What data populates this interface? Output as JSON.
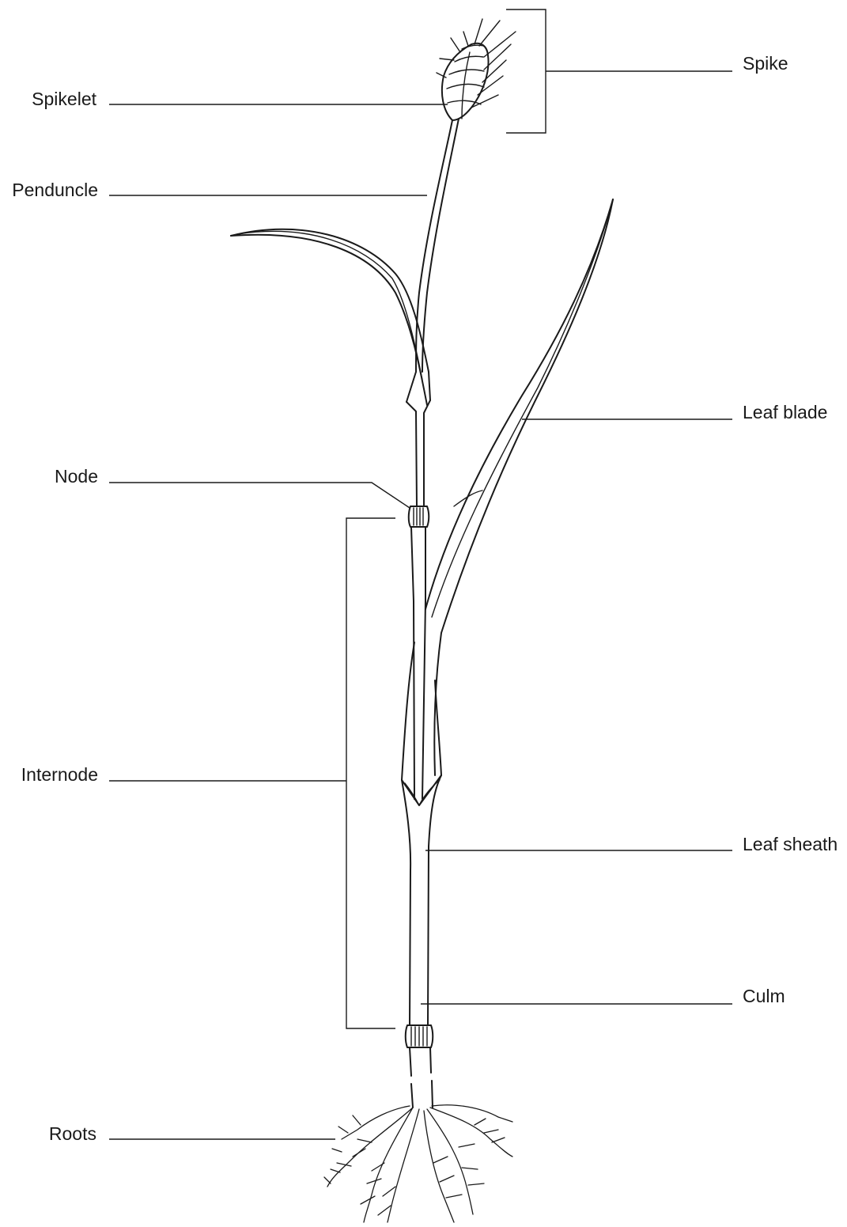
{
  "labels": {
    "spike": "Spike",
    "spikelet": "Spikelet",
    "peduncle": "Penduncle",
    "leaf_blade": "Leaf blade",
    "node": "Node",
    "internode": "Internode",
    "leaf_sheath": "Leaf sheath",
    "culm": "Culm",
    "roots": "Roots"
  },
  "colors": {
    "ink": "#1a1a1a",
    "background": "#ffffff"
  }
}
